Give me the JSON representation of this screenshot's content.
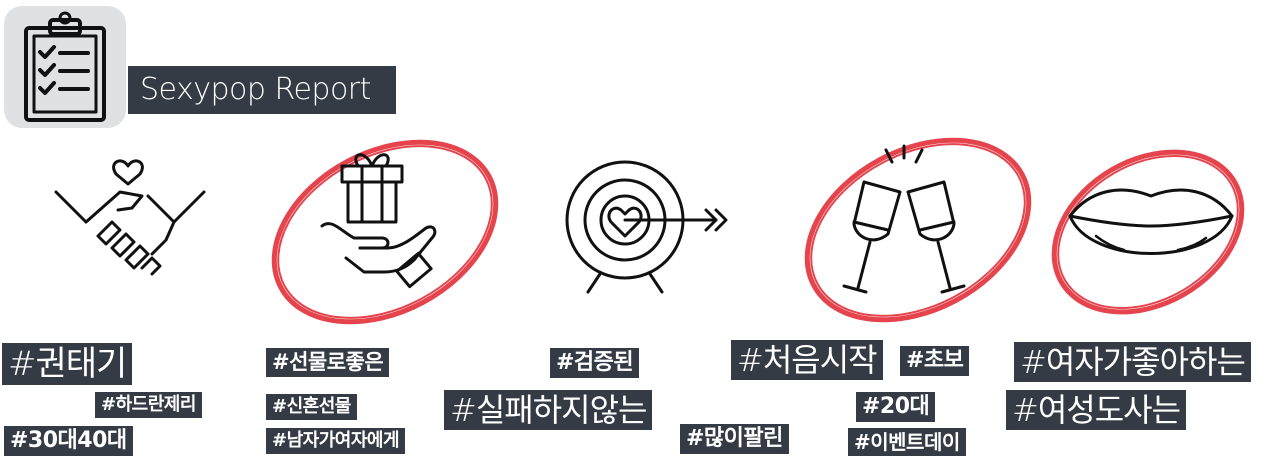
{
  "header": {
    "title": "Sexypop Report",
    "logo_icon": "clipboard-checklist-icon"
  },
  "accent_color": "#e0232e",
  "tag_background": "#353b45",
  "columns": [
    {
      "icon": "handshake-heart-icon",
      "circled": false,
      "tags": [
        "#권태기",
        "#하드란제리",
        "#30대40대"
      ]
    },
    {
      "icon": "gift-hand-icon",
      "circled": true,
      "tags": [
        "#선물로좋은",
        "#신혼선물",
        "#남자가여자에게"
      ]
    },
    {
      "icon": "heart-target-icon",
      "circled": false,
      "tags": [
        "#검증된",
        "#실패하지않는",
        "#많이팔린"
      ]
    },
    {
      "icon": "toast-glasses-icon",
      "circled": true,
      "tags": [
        "#처음시작",
        "#초보",
        "#20대",
        "#이벤트데이"
      ]
    },
    {
      "icon": "lips-icon",
      "circled": true,
      "tags": [
        "#여자가좋아하는",
        "#여성도사는"
      ]
    }
  ]
}
